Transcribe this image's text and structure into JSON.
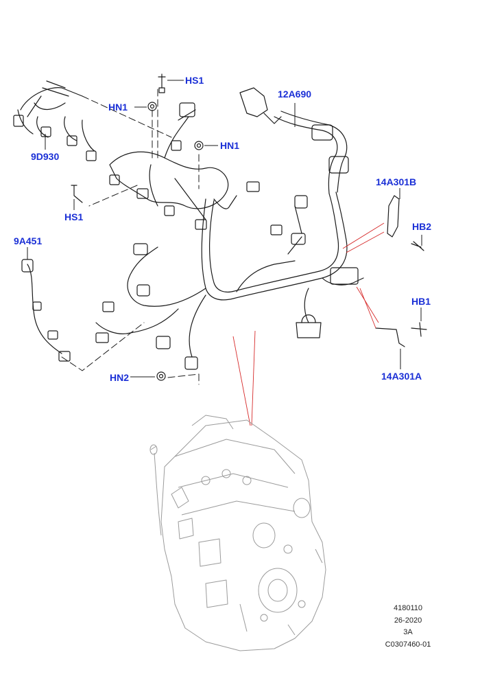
{
  "callouts": {
    "hs1_top": "HS1",
    "hn1_left": "HN1",
    "hn1_right": "HN1",
    "part_12a690": "12A690",
    "part_9d930": "9D930",
    "hs1_left": "HS1",
    "part_14a301b": "14A301B",
    "hb2": "HB2",
    "part_9a451": "9A451",
    "hb1": "HB1",
    "part_14a301a": "14A301A",
    "hn2": "HN2"
  },
  "reference": {
    "line1": "4180110",
    "line2": "26-2020",
    "line3": "3A",
    "line4": "C0307460-01"
  },
  "colors": {
    "callout": "#1a2fd6",
    "leader_red": "#d62a2a",
    "line": "#1a1a1a",
    "engine": "#9a9a9a"
  }
}
